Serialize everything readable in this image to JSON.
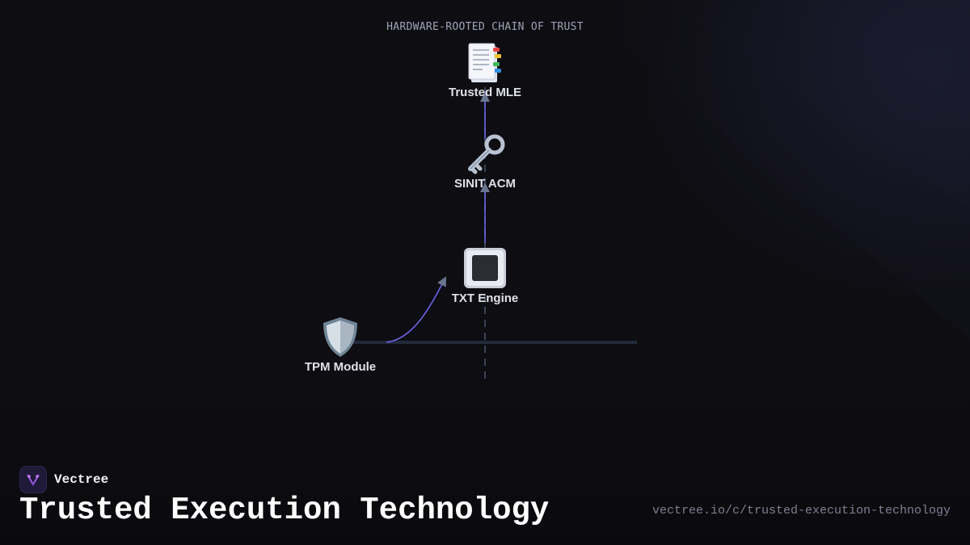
{
  "diagram": {
    "caption": "HARDWARE-ROOTED CHAIN OF TRUST",
    "nodes": [
      {
        "id": "trusted-mle",
        "label": "Trusted MLE",
        "icon": "document-icon"
      },
      {
        "id": "sinit-acm",
        "label": "SINIT ACM",
        "icon": "key-icon"
      },
      {
        "id": "txt-engine",
        "label": "TXT Engine",
        "icon": "chip-icon"
      },
      {
        "id": "tpm-module",
        "label": "TPM Module",
        "icon": "shield-icon"
      }
    ],
    "edges": [
      {
        "from": "tpm-module",
        "to": "txt-engine"
      },
      {
        "from": "txt-engine",
        "to": "sinit-acm"
      },
      {
        "from": "sinit-acm",
        "to": "trusted-mle"
      }
    ],
    "colors": {
      "edge": "#6c63e8",
      "arrowhead": "#6b7590",
      "axis": "#222a3a",
      "dashed": "#3a4358"
    }
  },
  "brand": {
    "name": "Vectree"
  },
  "page": {
    "title": "Trusted Execution Technology",
    "url": "vectree.io/c/trusted-execution-technology"
  }
}
